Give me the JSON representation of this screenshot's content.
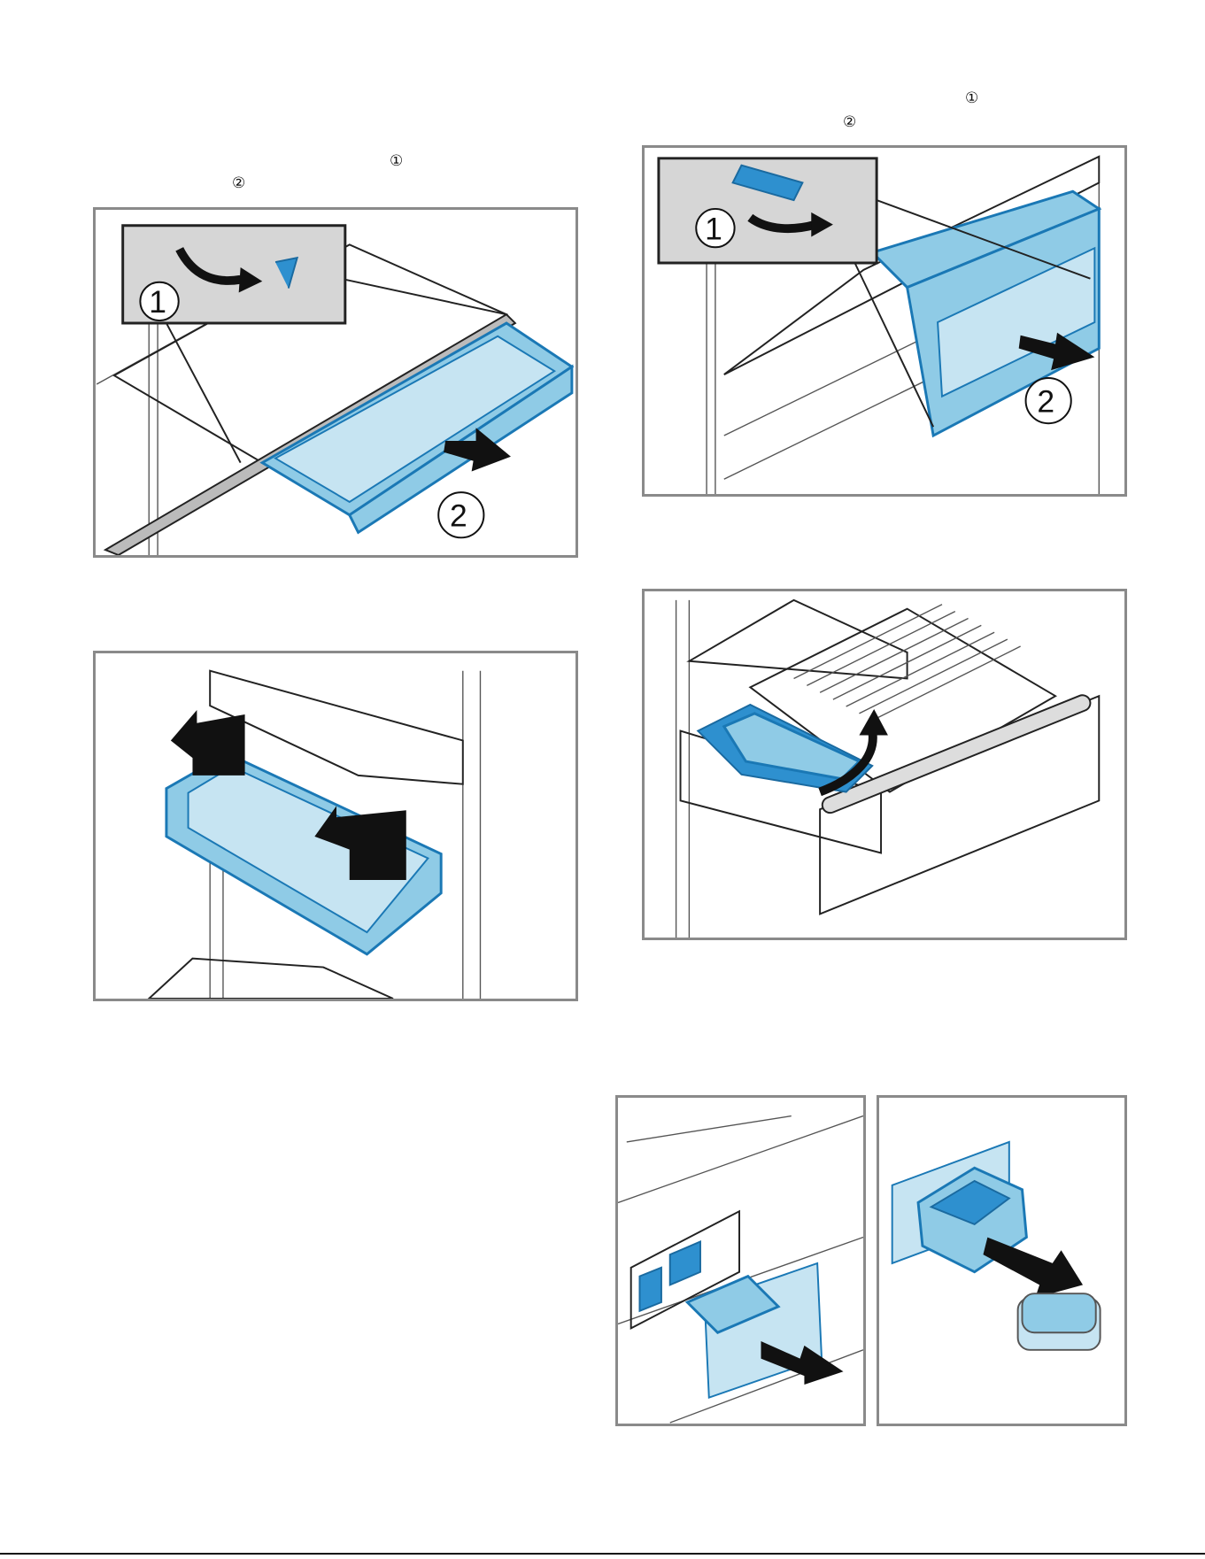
{
  "step_markers": {
    "left_one": "1",
    "left_two": "2",
    "right_one": "1",
    "right_two": "2"
  },
  "figures": {
    "fig1": {
      "callout_1": "1",
      "callout_2": "2"
    },
    "fig2": {
      "callout_1": "1",
      "callout_2": "2"
    }
  },
  "colors": {
    "accent_blue": "#1a78b5",
    "light_blue": "#8fcbe6",
    "frame_gray": "#8a8a8a"
  }
}
